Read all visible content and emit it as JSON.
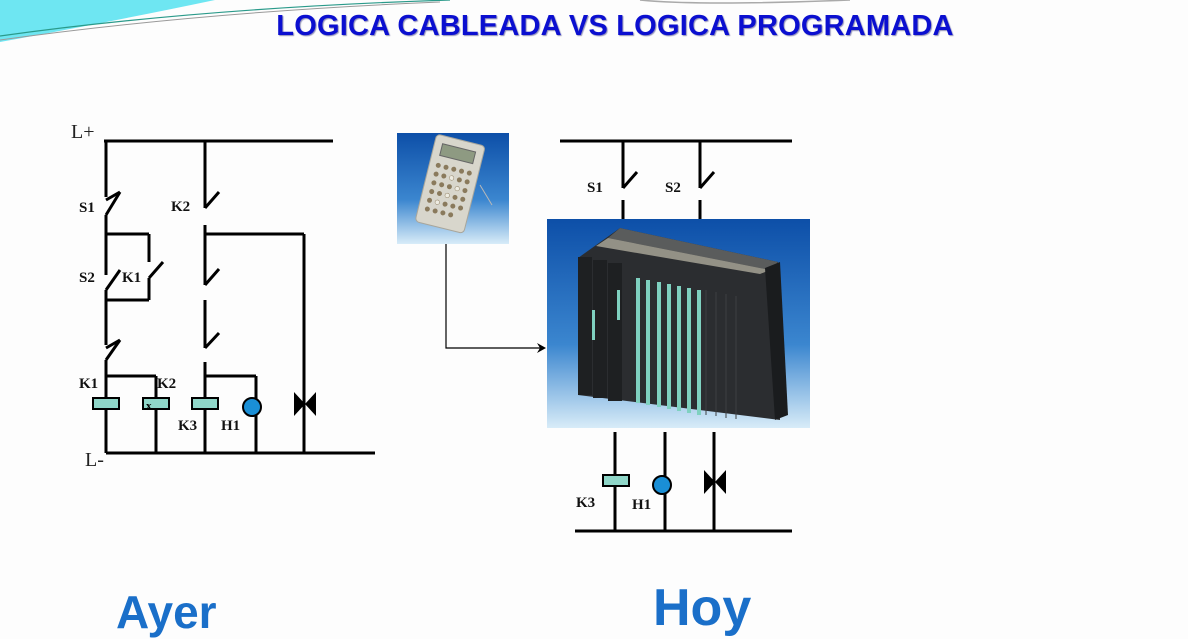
{
  "title": "LOGICA CABLEADA VS LOGICA PROGRAMADA",
  "colors": {
    "title": "#0b0fd0",
    "caption": "#1a6fc9",
    "coil": "#8fd6c8",
    "lamp": "#1a8fd6",
    "accent_wave": "#5fe0ee"
  },
  "wired_circuit": {
    "rails": {
      "positive": "L+",
      "negative": "L-"
    },
    "contacts": [
      "S1",
      "S2",
      "K1",
      "K2"
    ],
    "coils": [
      "K1",
      "K2",
      "K3"
    ],
    "lamp": "H1"
  },
  "programmed_circuit": {
    "inputs": [
      "S1",
      "S2"
    ],
    "outputs": {
      "coil": "K3",
      "lamp": "H1"
    },
    "programmer_device": "handheld-programmer",
    "controller": "plc-rack"
  },
  "captions": {
    "left": "Ayer",
    "right": "Hoy"
  }
}
